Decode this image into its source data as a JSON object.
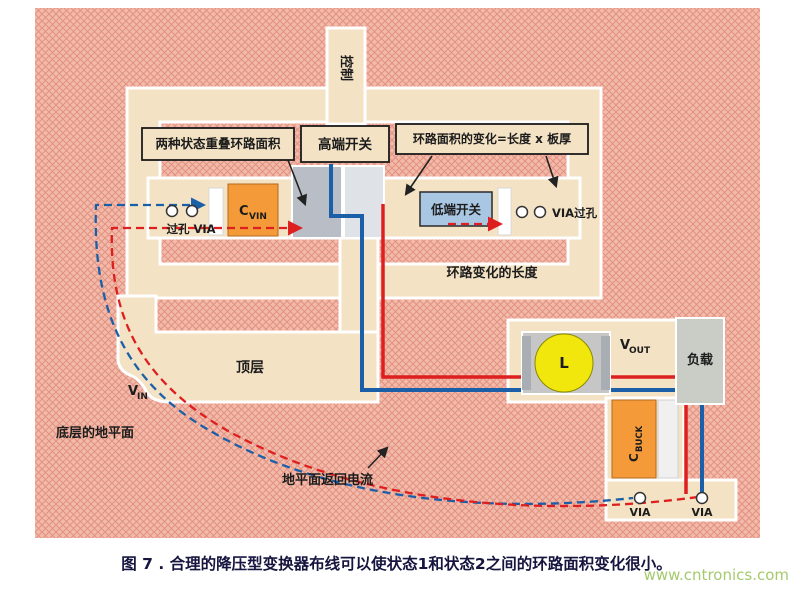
{
  "colors": {
    "board_pink": "#f2baa9",
    "hatch_line": "#e39181",
    "copper_beige": "#f3e2c4",
    "capacitor_orange": "#f49a38",
    "switch_blue_box": "#a9c6e3",
    "inductor_yellow": "#f2e70c",
    "block_gray": "#c6c6c6",
    "current_red": "#dd1f1f",
    "current_blue": "#1b5fa8",
    "watermark_green": "#a4ca6d"
  },
  "diagram": {
    "control_label": "控制",
    "high_side_switch_label": "高端开关",
    "overlap_area_label": "两种状态重叠环路面积",
    "area_change_label": "环路面积的变化=长度 x 板厚",
    "loop_length_label": "环路变化的长度",
    "via_left_label": "过孔 VIA",
    "via_right_label": "VIA过孔",
    "low_side_switch_label": "低端开关",
    "cvin": {
      "main": "C",
      "sub": "VIN"
    },
    "cbuck": {
      "main": "C",
      "sub": "BUCK"
    },
    "vin": {
      "main": "V",
      "sub": "IN"
    },
    "vout": {
      "main": "V",
      "sub": "OUT"
    },
    "inductor_label": "L",
    "load_label": "负载",
    "top_layer_label": "顶层",
    "bottom_ground_label": "底层的地平面",
    "ground_return_label": "地平面返回电流",
    "via_bottom_left_label": "VIA",
    "via_bottom_right_label": "VIA"
  },
  "caption": "图 7 . 合理的降压型变换器布线可以使状态1和状态2之间的环路面积变化很小。",
  "watermark": "www.cntronics.com"
}
